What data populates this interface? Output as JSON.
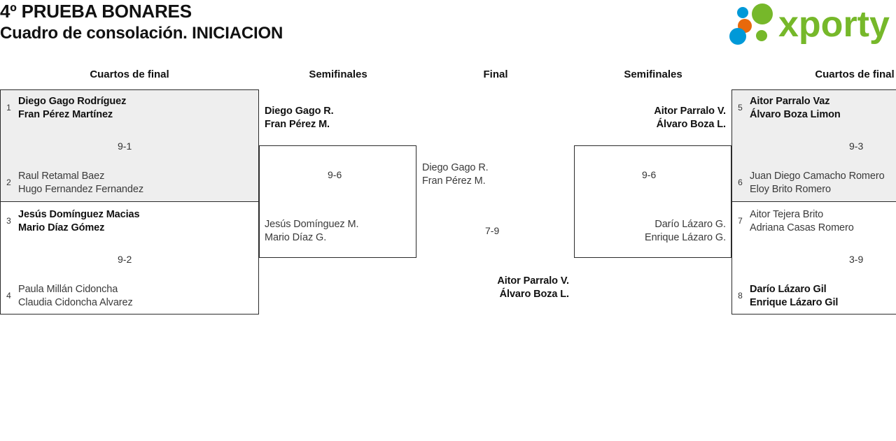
{
  "header": {
    "title_line1": "4º PRUEBA BONARES",
    "title_line2": "Cuadro de consolación. INICIACION",
    "logo_text": "xporty",
    "logo_colors": {
      "green": "#76b82a",
      "blue": "#0099d8",
      "orange": "#e8690b"
    }
  },
  "columns": {
    "qf_left": "Cuartos de final",
    "sf_left": "Semifinales",
    "final": "Final",
    "sf_right": "Semifinales",
    "qf_right": "Cuartos de final"
  },
  "bracket": {
    "qf_left": [
      {
        "shaded": true,
        "score": "9-1",
        "top": {
          "seed": "1",
          "p1": "Diego Gago Rodríguez",
          "p2": "Fran Pérez Martínez",
          "winner": true
        },
        "bottom": {
          "seed": "2",
          "p1": "Raul Retamal Baez",
          "p2": "Hugo Fernandez Fernandez",
          "winner": false
        }
      },
      {
        "shaded": false,
        "score": "9-2",
        "top": {
          "seed": "3",
          "p1": "Jesús Domínguez Macias",
          "p2": "Mario Díaz Gómez",
          "winner": true
        },
        "bottom": {
          "seed": "4",
          "p1": "Paula Millán Cidoncha",
          "p2": "Claudia Cidoncha Alvarez",
          "winner": false
        }
      }
    ],
    "qf_right": [
      {
        "shaded": true,
        "score": "9-3",
        "top": {
          "seed": "5",
          "p1": "Aitor Parralo Vaz",
          "p2": "Álvaro Boza Limon",
          "winner": true
        },
        "bottom": {
          "seed": "6",
          "p1": "Juan Diego Camacho Romero",
          "p2": "Eloy Brito Romero",
          "winner": false
        }
      },
      {
        "shaded": false,
        "score": "3-9",
        "top": {
          "seed": "7",
          "p1": "Aitor Tejera Brito",
          "p2": "Adriana Casas Romero",
          "winner": false
        },
        "bottom": {
          "seed": "8",
          "p1": "Darío Lázaro Gil",
          "p2": "Enrique Lázaro Gil",
          "winner": true
        }
      }
    ],
    "sf_left": {
      "score": "9-6",
      "top": {
        "p1": "Diego Gago R.",
        "p2": "Fran Pérez M.",
        "winner": true
      },
      "bottom": {
        "p1": "Jesús Domínguez M.",
        "p2": "Mario Díaz G.",
        "winner": false
      }
    },
    "sf_right": {
      "score": "9-6",
      "top": {
        "p1": "Aitor Parralo V.",
        "p2": "Álvaro Boza L.",
        "winner": true
      },
      "bottom": {
        "p1": "Darío Lázaro G.",
        "p2": "Enrique Lázaro G.",
        "winner": false
      }
    },
    "final": {
      "score": "7-9",
      "top": {
        "p1": "Diego Gago R.",
        "p2": "Fran Pérez M.",
        "winner": false
      },
      "bottom": {
        "p1": "Aitor Parralo V.",
        "p2": "Álvaro Boza L.",
        "winner": true
      }
    }
  }
}
